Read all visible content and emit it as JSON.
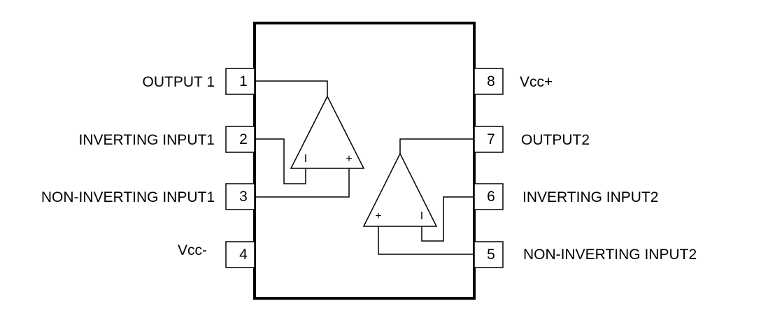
{
  "pins": [
    {
      "number": "1",
      "label": "OUTPUT 1"
    },
    {
      "number": "2",
      "label": "INVERTING INPUT1"
    },
    {
      "number": "3",
      "label": "NON-INVERTING INPUT1"
    },
    {
      "number": "4",
      "label": "Vcc-"
    },
    {
      "number": "5",
      "label": "NON-INVERTING INPUT2"
    },
    {
      "number": "6",
      "label": "INVERTING INPUT2"
    },
    {
      "number": "7",
      "label": "OUTPUT2"
    },
    {
      "number": "8",
      "label": "Vcc+"
    }
  ],
  "amp1": {
    "minus_sign": "I",
    "plus_sign": "+"
  },
  "amp2": {
    "plus_sign": "+",
    "minus_sign": "I"
  },
  "colors": {
    "line": "#000000",
    "background": "#ffffff"
  }
}
